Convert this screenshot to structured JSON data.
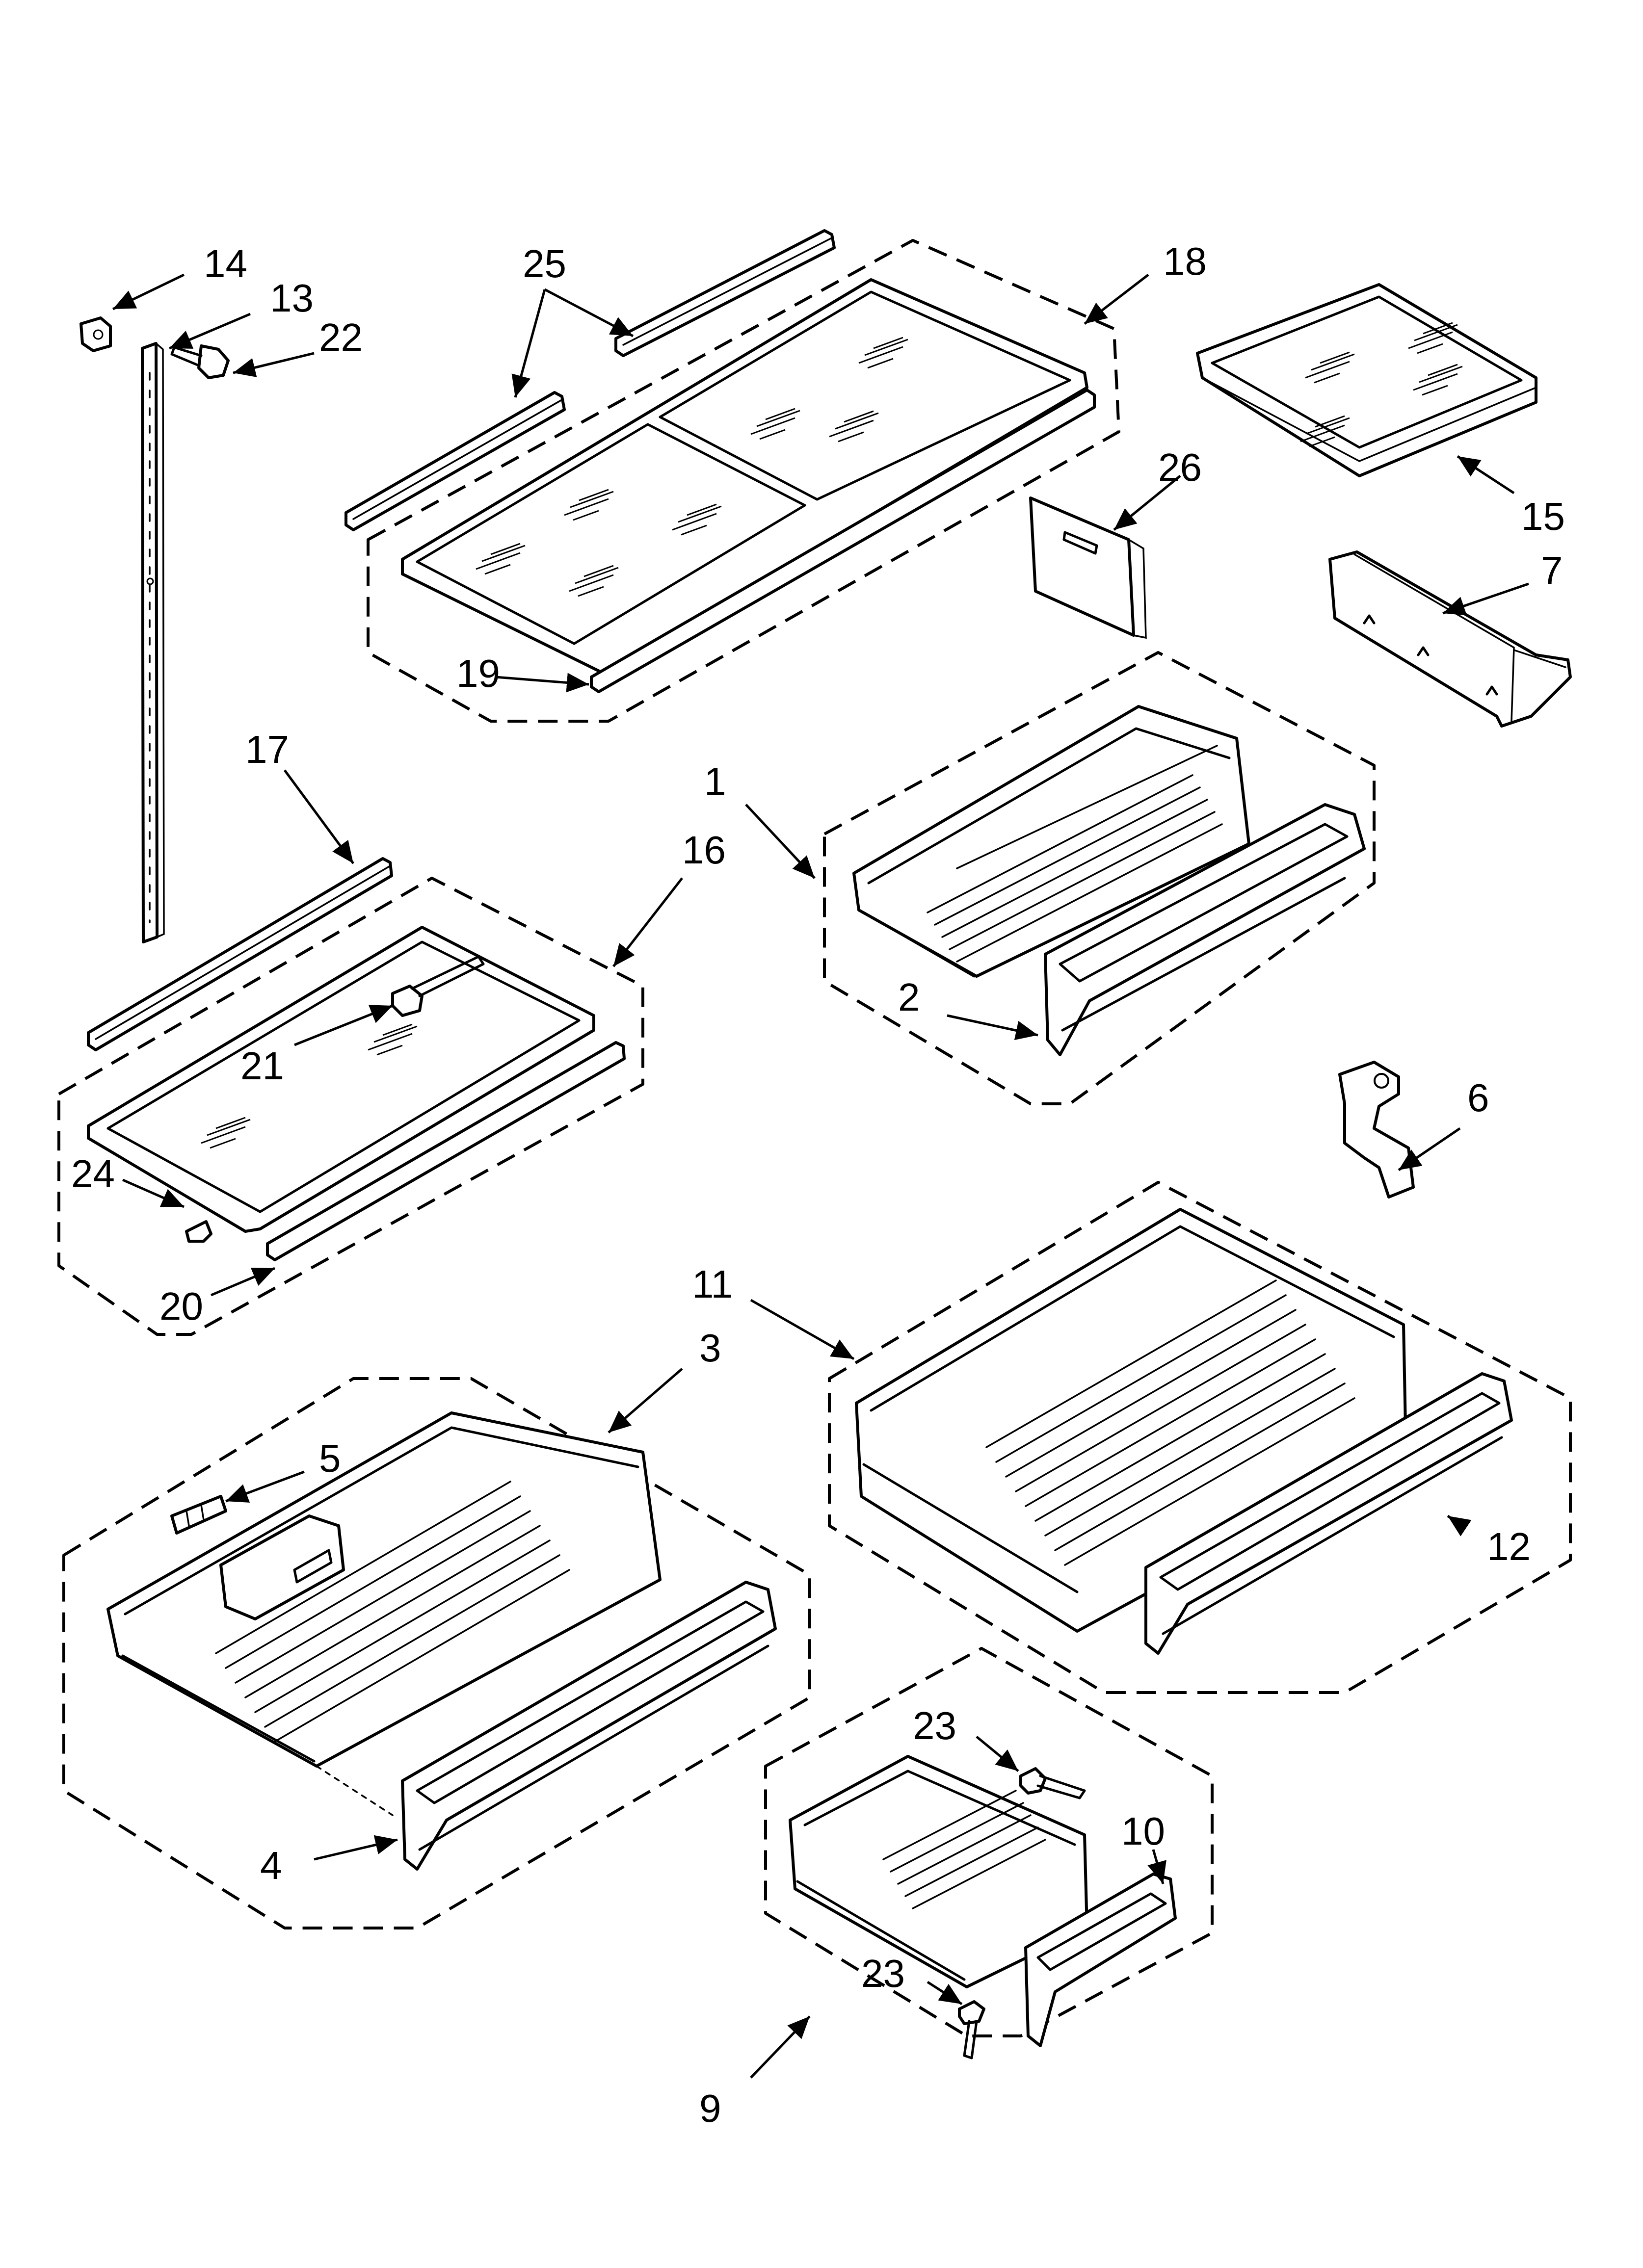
{
  "callouts": {
    "c1": "1",
    "c2": "2",
    "c3": "3",
    "c4": "4",
    "c5": "5",
    "c6": "6",
    "c7": "7",
    "c9": "9",
    "c10": "10",
    "c11": "11",
    "c12": "12",
    "c13": "13",
    "c14": "14",
    "c15": "15",
    "c16": "16",
    "c17": "17",
    "c18": "18",
    "c19": "19",
    "c20": "20",
    "c21": "21",
    "c22": "22",
    "c23a": "23",
    "c23b": "23",
    "c24": "24",
    "c25": "25",
    "c26": "26"
  }
}
